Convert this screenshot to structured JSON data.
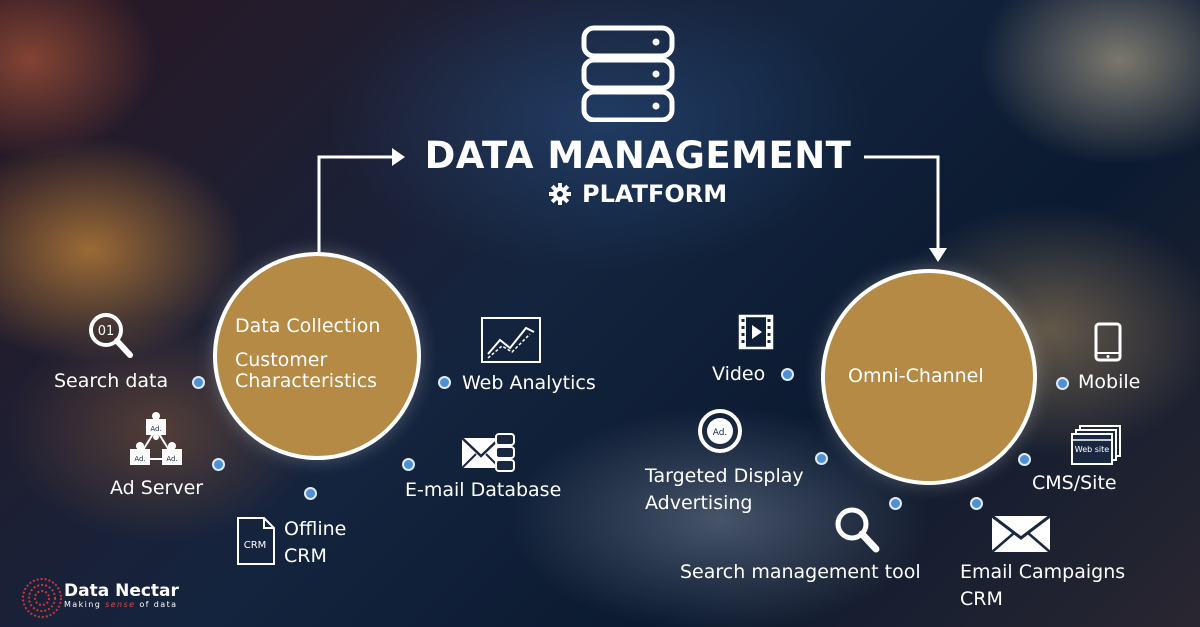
{
  "title": "DATA MANAGEMENT",
  "subtitle": "PLATFORM",
  "left_hub": {
    "line1": "Data Collection",
    "line2": "Customer",
    "line3": "Characteristics"
  },
  "right_hub": {
    "label": "Omni-Channel"
  },
  "left_items": {
    "search_data": "Search data",
    "web_analytics": "Web Analytics",
    "ad_server": "Ad Server",
    "email_database": "E-mail Database",
    "offline_crm_line1": "Offline",
    "offline_crm_line2": "CRM"
  },
  "right_items": {
    "video": "Video",
    "mobile": "Mobile",
    "targeted_line1": "Targeted Display",
    "targeted_line2": "Advertising",
    "cms_site": "CMS/Site",
    "search_tool": "Search management tool",
    "email_line1": "Email  Campaigns",
    "email_line2": "CRM"
  },
  "icon_text": {
    "search_number": "01",
    "ad_badge": "Ad.",
    "crm_doc": "CRM",
    "website": "Web site"
  },
  "brand": {
    "name": "Data Nectar",
    "tag_before": "Making ",
    "tag_highlight": "sense",
    "tag_after": " of data"
  },
  "icons": [
    "database-icon",
    "gear-icon",
    "magnifier-icon",
    "network-icon",
    "crm-document-icon",
    "line-chart-icon",
    "email-database-icon",
    "video-icon",
    "ad-target-icon",
    "search-icon",
    "mobile-icon",
    "website-icon",
    "envelope-icon",
    "brand-logo-icon"
  ],
  "colors": {
    "hub_fill": "#b48a44",
    "dot": "#4d90d4",
    "text": "#ffffff",
    "brand_accent": "#e0473f"
  }
}
